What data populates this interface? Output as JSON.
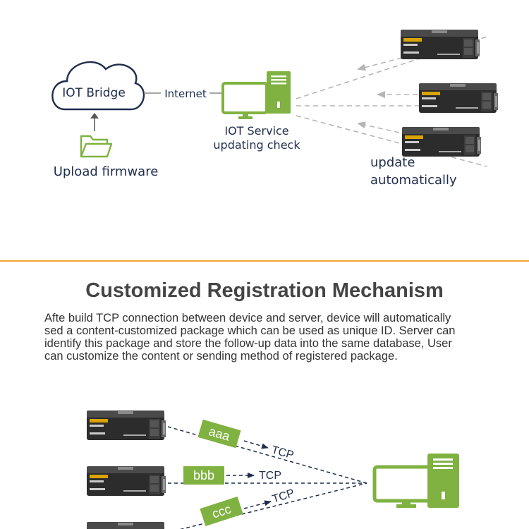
{
  "colors": {
    "green": "#7fb241",
    "navy": "#1f2d4d",
    "gray_arrow": "#b5b5b5",
    "orange_divider": "#f2a73b",
    "device_body": "#2c2c2c"
  },
  "top_diagram": {
    "cloud_label": "IOT Bridge",
    "internet_label": "Internet",
    "upload_label": "Upload firmware",
    "service_label_line1": "IOT Service",
    "service_label_line2": "updating check",
    "update_label_line1": "update",
    "update_label_line2": "automatically",
    "icons": [
      "cloud-icon",
      "folder-icon",
      "computer-icon",
      "device-icon"
    ]
  },
  "section": {
    "title": "Customized Registration Mechanism",
    "description_lines": [
      "Afte build TCP connection between device and server, device will automatically",
      "sed a content-customized package which can be used as unique ID. Server can",
      "identify this package and store the follow-up data into the same database, User",
      "can customize the content or sending method of registered package."
    ]
  },
  "bottom_diagram": {
    "packets": [
      {
        "tag": "aaa",
        "protocol": "TCP"
      },
      {
        "tag": "bbb",
        "protocol": "TCP"
      },
      {
        "tag": "ccc",
        "protocol": "TCP"
      }
    ]
  }
}
